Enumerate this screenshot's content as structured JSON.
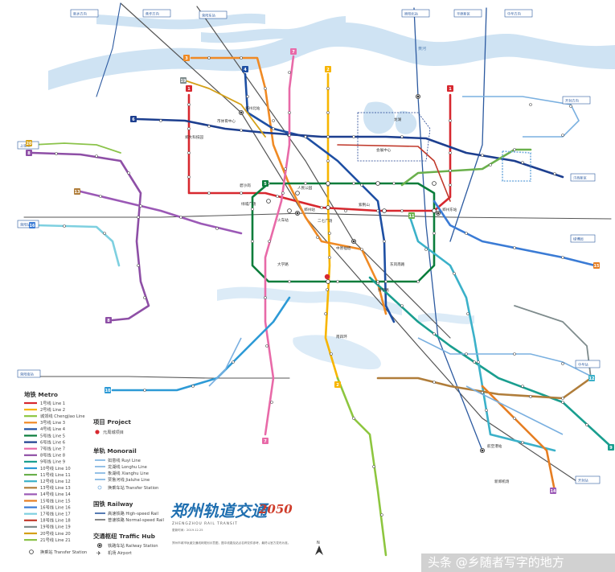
{
  "title": "郑州轨道交通",
  "year": "2050",
  "subtitle": "ZHENGZHOU RAIL TRANSIT",
  "date": "更新时间：2019.12.25",
  "description": "郑州市城市轨道交通线网规划示意图，图中线路及站点名称仅供参考，最终以官方发布为准。",
  "watermark": "头条 @乡随者写字的地方",
  "river_label": "黄河",
  "accent_colors": {
    "water": "#cfe3f3",
    "title": "#1f6fb0",
    "year": "#cf3c2a"
  },
  "legend": {
    "metro": {
      "header": "地铁 Metro",
      "items": [
        {
          "label": "1号线 Line 1",
          "color": "#d7282f"
        },
        {
          "label": "2号线 Line 2",
          "color": "#f7b500"
        },
        {
          "label": "城郊线 Chengjiao Line",
          "color": "#8dc63f"
        },
        {
          "label": "3号线 Line 3",
          "color": "#f08a24"
        },
        {
          "label": "4号线 Line 4",
          "color": "#1e4fa3"
        },
        {
          "label": "5号线 Line 5",
          "color": "#0a7d3b"
        },
        {
          "label": "6号线 Line 6",
          "color": "#1d3f8f"
        },
        {
          "label": "7号线 Line 7",
          "color": "#e86aa8"
        },
        {
          "label": "8号线 Line 8",
          "color": "#8e4fa6"
        },
        {
          "label": "9号线 Line 9",
          "color": "#1a9e8f"
        },
        {
          "label": "10号线 Line 10",
          "color": "#2d9ad6"
        },
        {
          "label": "11号线 Line 11",
          "color": "#6ab04c"
        },
        {
          "label": "12号线 Line 12",
          "color": "#3bb1c9"
        },
        {
          "label": "13号线 Line 13",
          "color": "#b07d3a"
        },
        {
          "label": "14号线 Line 14",
          "color": "#9b59b6"
        },
        {
          "label": "15号线 Line 15",
          "color": "#e67e22"
        },
        {
          "label": "16号线 Line 16",
          "color": "#3a7bd5"
        },
        {
          "label": "17号线 Line 17",
          "color": "#7ed0e0"
        },
        {
          "label": "18号线 Line 18",
          "color": "#c0392b"
        },
        {
          "label": "19号线 Line 19",
          "color": "#7f8c8d"
        },
        {
          "label": "20号线 Line 20",
          "color": "#d4a017"
        },
        {
          "label": "21号线 Line 21",
          "color": "#8bc34a"
        }
      ],
      "hub": "换乘站 Transfer Station"
    },
    "project": {
      "header": "项目 Project",
      "item": "元周城项目"
    },
    "monorail": {
      "header": "单轨 Monorail",
      "items": [
        {
          "label": "如意线 Ruyi Line",
          "color": "#7ab0e0"
        },
        {
          "label": "龙湖线 Longhu Line",
          "color": "#7ab0e0"
        },
        {
          "label": "象湖线 Xianghu Line",
          "color": "#7ab0e0"
        },
        {
          "label": "贾鲁河线 Jialuhe Line",
          "color": "#7ab0e0"
        }
      ],
      "hub": "换乘车站 Transfer Station"
    },
    "railway": {
      "header": "国铁 Railway",
      "items": [
        {
          "label": "高速铁路 High-speed Rail",
          "color": "#2c5aa0"
        },
        {
          "label": "普速铁路 Normal-speed Rail",
          "color": "#555555"
        }
      ]
    },
    "traffic": {
      "header": "交通枢纽 Traffic Hub",
      "items": [
        {
          "label": "铁路车站 Railway Station"
        },
        {
          "label": "机场 Airport"
        }
      ]
    }
  },
  "top_stations": [
    "新乡方向",
    "焦作方向",
    "荥阳东站",
    "原阳北站",
    "平原新区",
    "中牟方向",
    "开封方向"
  ],
  "left_stations": [
    "上街站",
    "荥阳站",
    "荥阳南站"
  ],
  "right_stations": [
    "汴西新区",
    "绿博园",
    "中牟站",
    "开封站"
  ],
  "stations": [
    "郑州站",
    "郑州东站",
    "二七广场",
    "紫荆山",
    "郑州北站",
    "航空港站",
    "新郑机场",
    "龙湖",
    "会展中心",
    "火车站",
    "市体育中心",
    "碧沙岗",
    "绿城广场",
    "人民公园",
    "中原福塔",
    "南四环",
    "大学路",
    "东风南路",
    "博学路",
    "郑大科技园"
  ]
}
